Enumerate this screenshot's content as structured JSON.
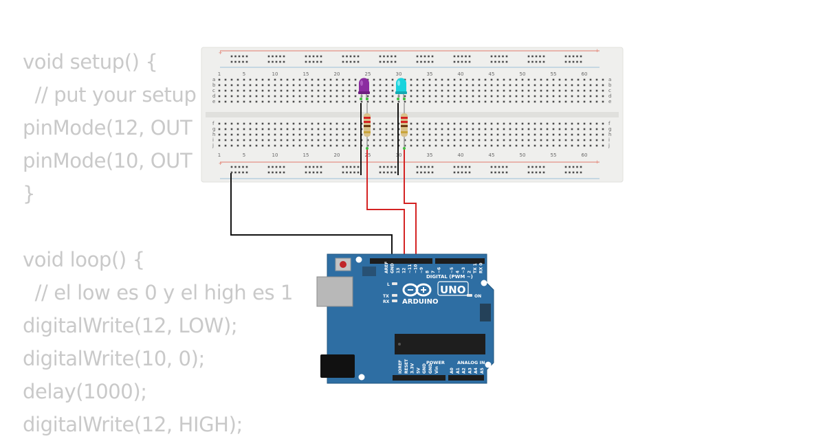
{
  "code": {
    "lines": [
      "void setup() {",
      "  // put your setup",
      "pinMode(12, OUT",
      "pinMode(10, OUT",
      "}",
      "",
      "void loop() {",
      "  // el low es 0 y el high es 1",
      "digitalWrite(12, LOW);",
      "digitalWrite(10, 0);",
      "delay(1000);",
      "digitalWrite(12, HIGH);"
    ]
  },
  "breadboard": {
    "column_numbers": [
      "1",
      "5",
      "10",
      "15",
      "20",
      "25",
      "30",
      "35",
      "40",
      "45",
      "50",
      "55",
      "60"
    ],
    "row_letters_top": [
      "a",
      "b",
      "c",
      "d",
      "e"
    ],
    "row_letters_bottom": [
      "f",
      "g",
      "h",
      "i",
      "j"
    ],
    "rail_plus": "+",
    "rail_minus": "-"
  },
  "leds": [
    {
      "name": "purple",
      "color": "#8b2ca0"
    },
    {
      "name": "cyan",
      "color": "#19d3dd"
    }
  ],
  "arduino": {
    "brand": "ARDUINO",
    "model": "UNO",
    "digital_label": "DIGITAL (PWM ~)",
    "power_label": "POWER",
    "analog_label": "ANALOG IN",
    "on_label": "ON",
    "l_label": "L",
    "tx_label": "TX",
    "rx_label": "RX",
    "top_pins": [
      "AREF",
      "GND",
      "13",
      "12",
      "~11",
      "~10",
      "~9",
      "8",
      "7",
      "~6",
      "~5",
      "4",
      "~3",
      "2",
      "TX 1",
      "RX 0"
    ],
    "power_pins": [
      "IOREF",
      "RESET",
      "3.3V",
      "5V",
      "GND",
      "GND",
      "Vin"
    ],
    "analog_pins": [
      "A0",
      "A1",
      "A2",
      "A3",
      "A4",
      "A5"
    ]
  },
  "colors": {
    "code_text": "#c9c9c9",
    "board_blue": "#2e6ea3",
    "wire_red": "#d42222",
    "wire_black": "#111111",
    "breadboard": "#eeeeec"
  }
}
